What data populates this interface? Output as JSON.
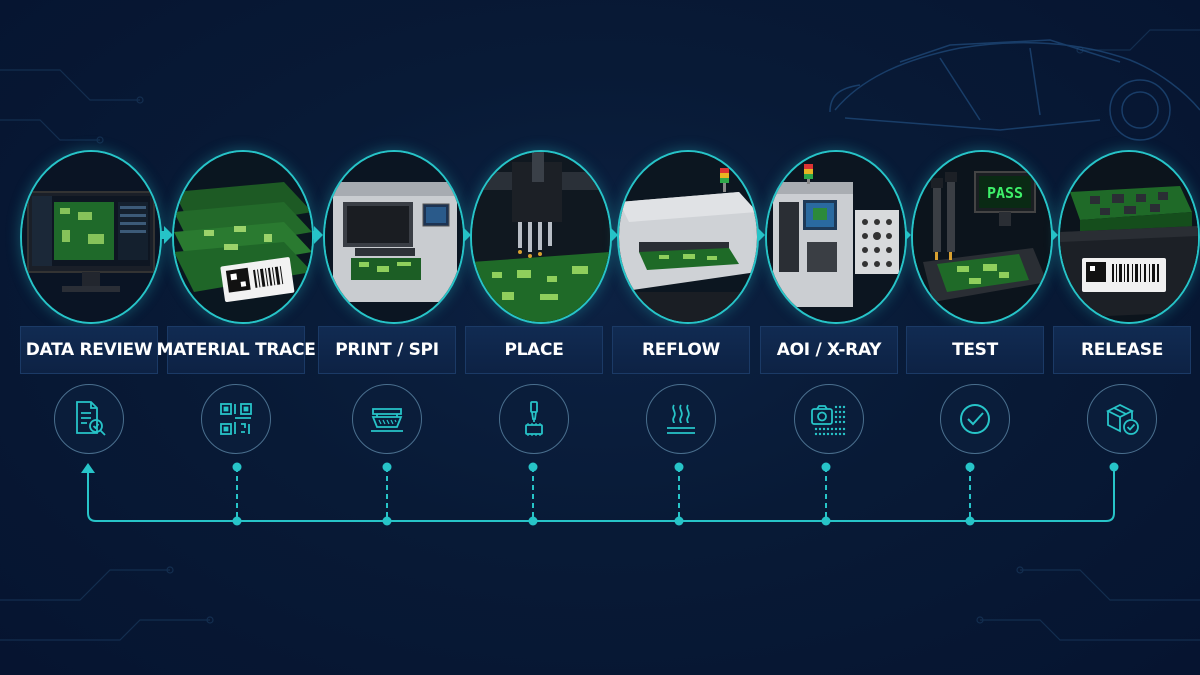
{
  "colors": {
    "accent": "#27c4c8",
    "background": "#081a36",
    "label_bg": "#0f2a50"
  },
  "stages": [
    {
      "label": "DATA REVIEW",
      "icon": "document-search-icon"
    },
    {
      "label": "MATERIAL TRACE",
      "icon": "qr-code-icon"
    },
    {
      "label": "PRINT / SPI",
      "icon": "stencil-printer-icon"
    },
    {
      "label": "PLACE",
      "icon": "pick-and-place-nozzle-icon"
    },
    {
      "label": "REFLOW",
      "icon": "heat-waves-icon"
    },
    {
      "label": "AOI / X-RAY",
      "icon": "camera-inspection-icon"
    },
    {
      "label": "TEST",
      "icon": "check-circle-icon"
    },
    {
      "label": "RELEASE",
      "icon": "package-check-icon"
    }
  ],
  "test_screen_text": "PASS"
}
